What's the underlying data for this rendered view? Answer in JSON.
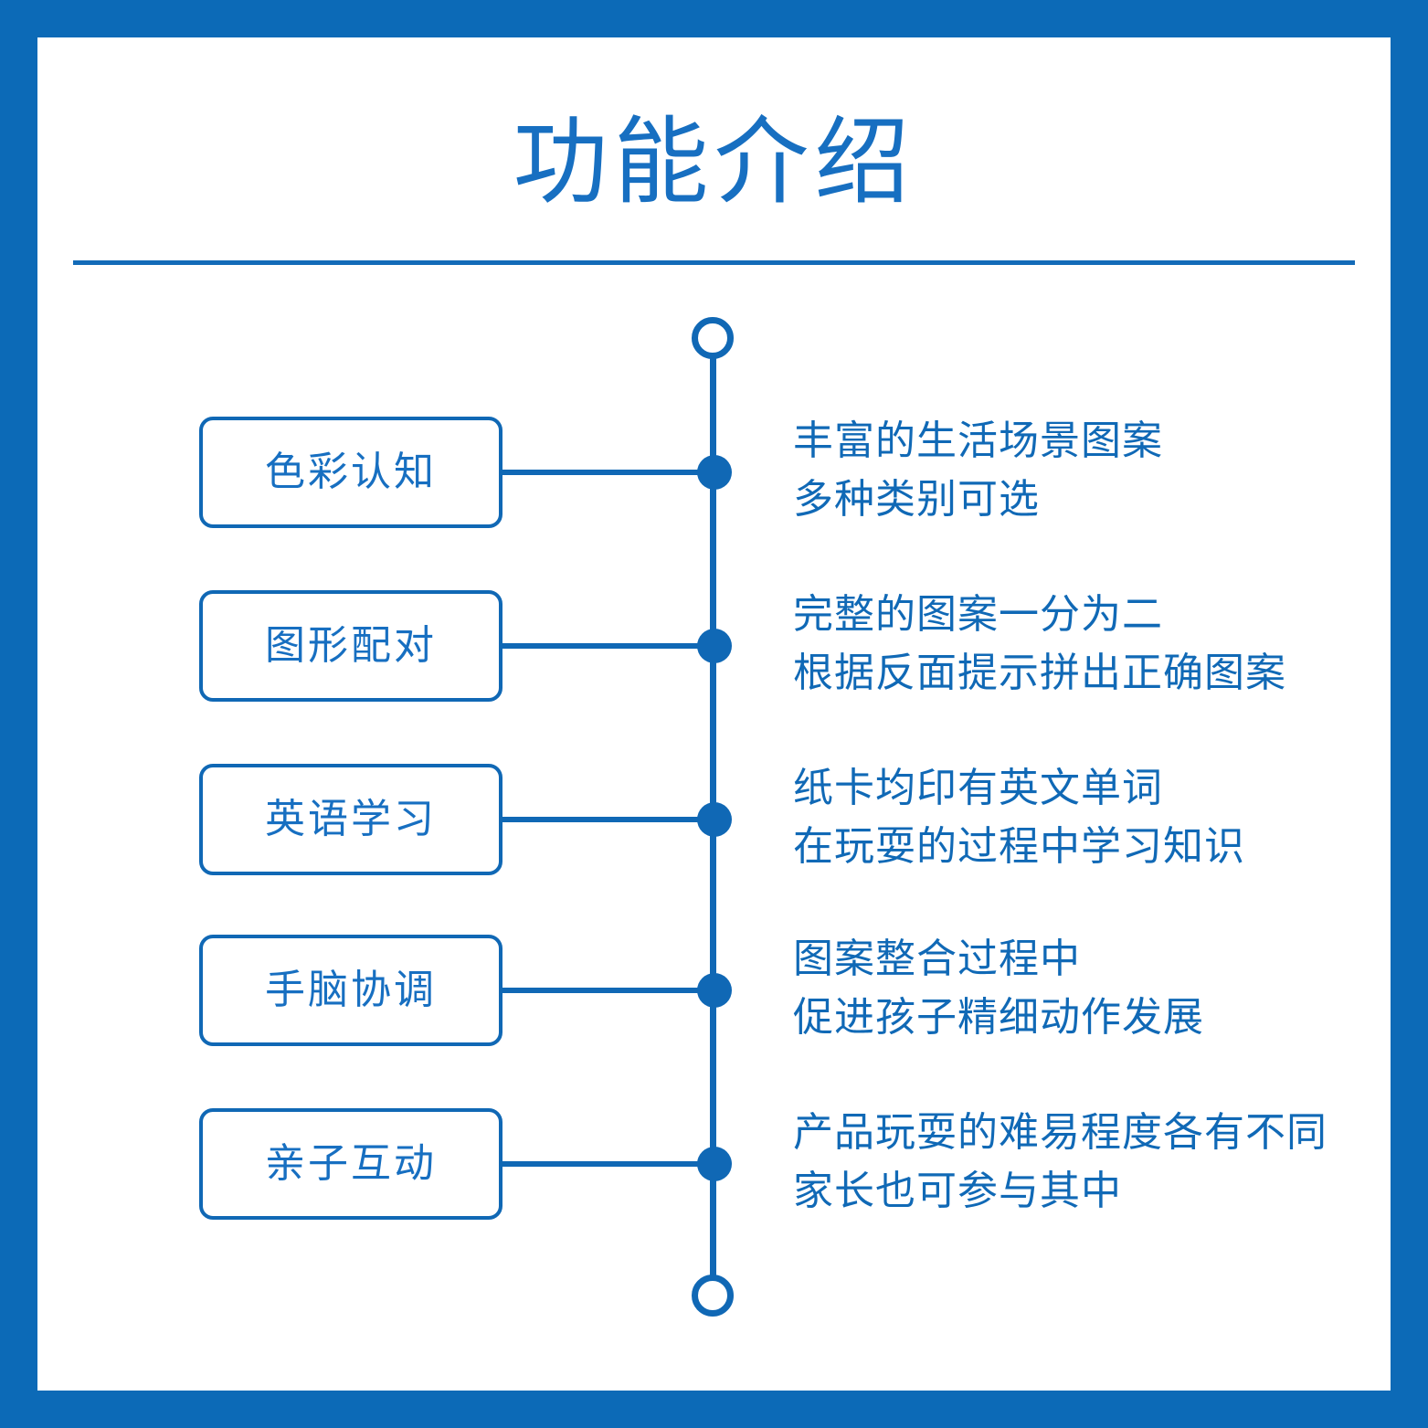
{
  "theme": {
    "frame_color": "#0C6AB7",
    "accent_color": "#1068B5",
    "text_color": "#176FC1"
  },
  "header": {
    "title": "功能介绍"
  },
  "timeline": {
    "top_endpoint_icon": "hollow-circle-icon",
    "bottom_endpoint_icon": "hollow-circle-icon",
    "rows": [
      {
        "label": "色彩认知",
        "desc_line1": "丰富的生活场景图案",
        "desc_line2": "多种类别可选"
      },
      {
        "label": "图形配对",
        "desc_line1": "完整的图案一分为二",
        "desc_line2": "根据反面提示拼出正确图案"
      },
      {
        "label": "英语学习",
        "desc_line1": "纸卡均印有英文单词",
        "desc_line2": "在玩耍的过程中学习知识"
      },
      {
        "label": "手脑协调",
        "desc_line1": "图案整合过程中",
        "desc_line2": "促进孩子精细动作发展"
      },
      {
        "label": "亲子互动",
        "desc_line1": "产品玩耍的难易程度各有不同",
        "desc_line2": "家长也可参与其中"
      }
    ]
  }
}
